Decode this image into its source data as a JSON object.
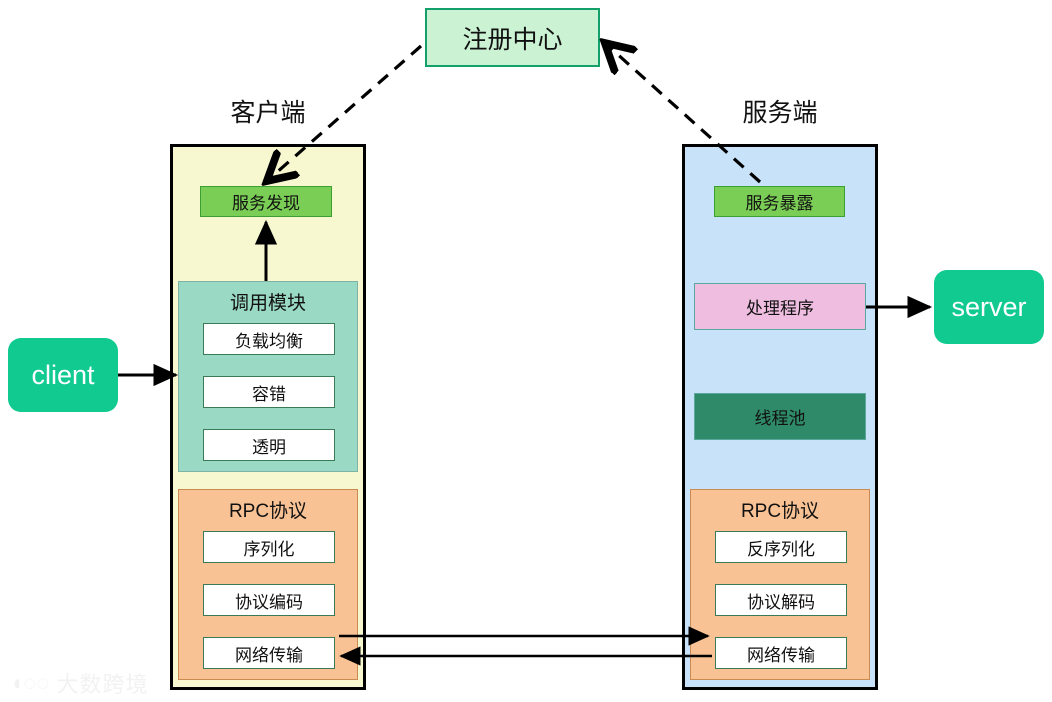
{
  "diagram": {
    "registry": {
      "label": "注册中心"
    },
    "endpoints": {
      "client": {
        "label": "client"
      },
      "server": {
        "label": "server"
      }
    },
    "captions": {
      "client": "客户端",
      "server": "服务端"
    },
    "client_panel": {
      "discovery": "服务发现",
      "invoke_group": {
        "title": "调用模块",
        "items": [
          "负载均衡",
          "容错",
          "透明"
        ]
      },
      "rpc_group": {
        "title": "RPC协议",
        "items": [
          "序列化",
          "协议编码",
          "网络传输"
        ]
      }
    },
    "server_panel": {
      "expose": "服务暴露",
      "handler": "处理程序",
      "thread_pool": "线程池",
      "rpc_group": {
        "title": "RPC协议",
        "items": [
          "反序列化",
          "协议解码",
          "网络传输"
        ]
      }
    },
    "watermark": {
      "mark": "◖◌◌",
      "text": "大数跨境"
    },
    "colors": {
      "registry_fill": "#ccf2d4",
      "registry_stroke": "#13a06a",
      "endpoint_fill": "#10ca90",
      "client_panel_fill": "#f7f8cf",
      "server_panel_fill": "#c7e2f9",
      "green_block": "#7ace55",
      "handler_fill": "#eebddf",
      "threadpool_fill": "#2f8a6a",
      "invoke_fill": "#9ad9c3",
      "rpc_fill": "#f9c295",
      "arrow": "#000000"
    }
  }
}
